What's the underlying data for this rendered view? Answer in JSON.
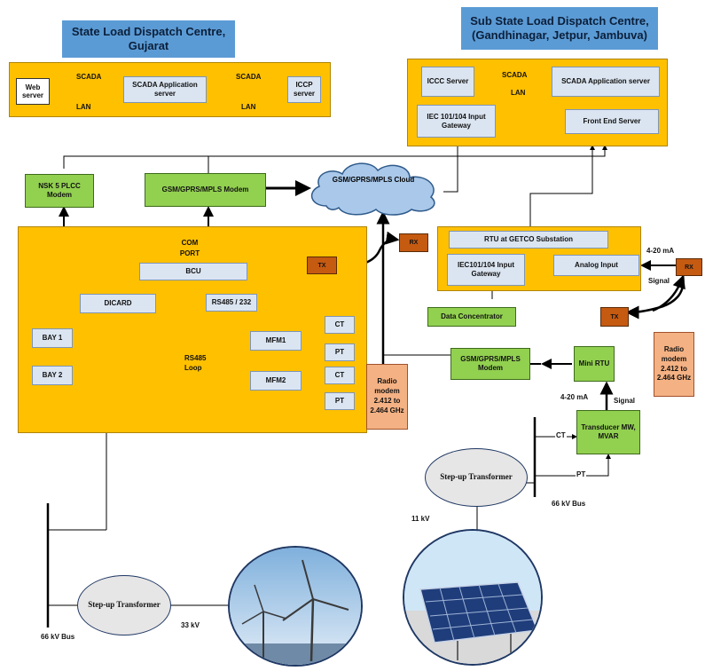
{
  "titles": {
    "sldc": "State Load Dispatch Centre, Gujarat",
    "sub_sldc": "Sub State Load Dispatch Centre, (Gandhinagar, Jetpur, Jambuva)"
  },
  "sldc_panel": {
    "web_server": "Web server",
    "scada_app_server": "SCADA Application server",
    "iccp_server": "ICCP server",
    "scada_label_1": "SCADA",
    "scada_label_2": "SCADA",
    "lan_label_1": "LAN",
    "lan_label_2": "LAN"
  },
  "sub_panel": {
    "iccc_server": "ICCC Server",
    "scada_app_server": "SCADA Application server",
    "iec_gateway": "IEC 101/104 Input Gateway",
    "front_end_server": "Front End Server",
    "scada_label": "SCADA",
    "lan_label": "LAN"
  },
  "comms": {
    "nsk_modem": "NSK 5 PLCC Modem",
    "gsm_modem_top": "GSM/GPRS/MPLS Modem",
    "cloud": "GSM/GPRS/MPLS Cloud",
    "gsm_modem_bottom": "GSM/GPRS/MPLS Modem",
    "data_concentrator": "Data Concentrator",
    "mini_rtu": "Mini RTU",
    "transducer": "Transducer MW, MVAR"
  },
  "substation": {
    "com_port": "COM PORT",
    "bcu": "BCU",
    "dicard": "DICARD",
    "rs485_232": "RS485 / 232",
    "bay1": "BAY 1",
    "bay2": "BAY 2",
    "mfm1": "MFM1",
    "mfm2": "MFM2",
    "ct1": "CT",
    "pt1": "PT",
    "ct2": "CT",
    "pt2": "PT",
    "rs485_loop": "RS485 Loop",
    "tx": "TX",
    "rx": "RX"
  },
  "rtu_panel": {
    "title": "RTU at GETCO Substation",
    "iec_gateway": "IEC101/104 Input Gateway",
    "analog_input": "Analog Input"
  },
  "radios": {
    "left": "Radio modem 2.412 to 2.464 GHz",
    "right": "Radio modem 2.412 to 2.464 GHz",
    "rx_right": "RX",
    "tx_right": "TX"
  },
  "signals": {
    "ma_top": "4-20 mA",
    "signal_top": "Signal",
    "ma_bottom": "4-20 mA",
    "signal_bottom": "Signal",
    "ct": "CT",
    "pt": "PT"
  },
  "power": {
    "stepup_right": "Step-up Transformer",
    "stepup_left": "Step-up Transformer",
    "bus_66_right": "66 kV Bus",
    "bus_66_left": "66 kV Bus",
    "kv_11": "11 kV",
    "kv_33": "33 kV"
  },
  "colors": {
    "panel": "#ffc000",
    "title": "#5b9bd5",
    "green": "#92d050",
    "radio": "#f4b183",
    "txrx": "#c55a11",
    "cloud": "#a9c8ea"
  }
}
